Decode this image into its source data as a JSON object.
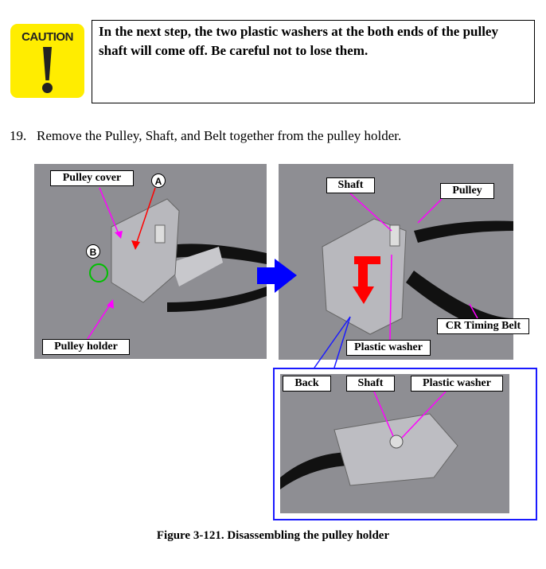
{
  "caution": {
    "icon_label": "CAUTION",
    "text": "In the next step, the two plastic washers at the both ends of the pulley shaft will come off. Be careful not to lose them."
  },
  "step": {
    "number": "19.",
    "text": "Remove the Pulley, Shaft, and Belt together from the pulley holder."
  },
  "figure": {
    "photo_left": {
      "labels": {
        "pulley_cover": "Pulley cover",
        "pulley_holder": "Pulley holder"
      },
      "markers": {
        "a": "A",
        "b": "B"
      }
    },
    "photo_right": {
      "labels": {
        "shaft": "Shaft",
        "pulley": "Pulley",
        "cr_timing_belt": "CR Timing Belt",
        "plastic_washer": "Plastic washer"
      }
    },
    "inset": {
      "labels": {
        "back": "Back",
        "shaft": "Shaft",
        "plastic_washer": "Plastic washer"
      }
    },
    "caption": "Figure 3-121.  Disassembling the pulley holder"
  },
  "colors": {
    "caution_yellow": "#FFED00",
    "callout_magenta": "#FF00FF",
    "arrow_blue": "#0000FF",
    "arrow_red": "#FF0000",
    "marker_green": "#00C000"
  }
}
